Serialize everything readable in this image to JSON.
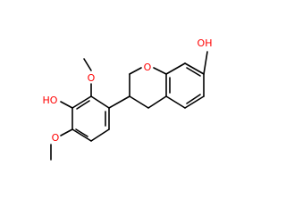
{
  "molecule": {
    "colors": {
      "bond": "#000000",
      "oxygen": "#ff0000"
    },
    "labels": {
      "phenol_oh": "HO",
      "chromane_oh": "OH",
      "ring_oxygen": "O",
      "methoxy_upper_oxygen": "O",
      "methoxy_lower_oxygen": "O"
    }
  }
}
